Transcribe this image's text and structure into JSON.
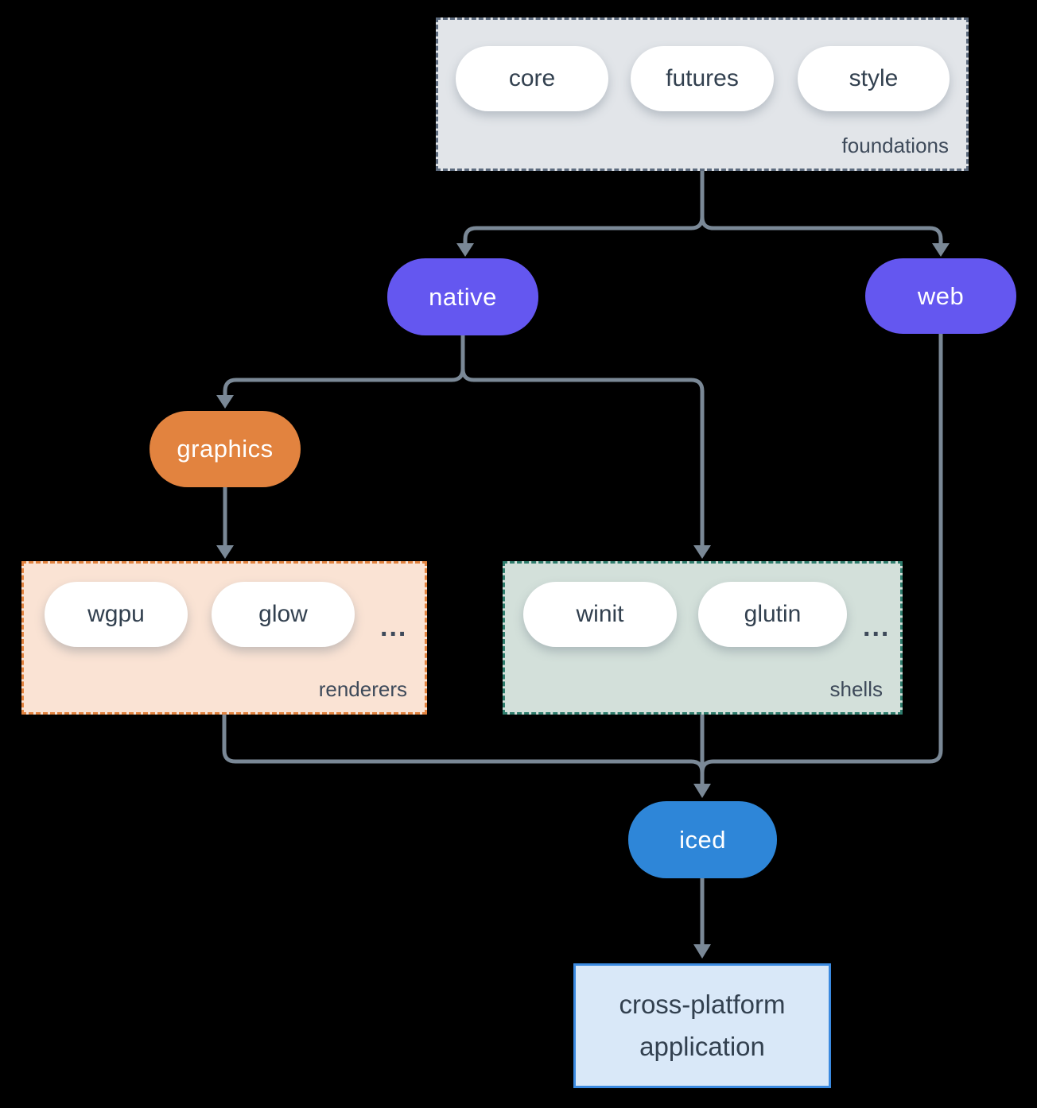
{
  "colors": {
    "background": "#000000",
    "connector": "#7a8896",
    "foundations_fill": "#e2e5e9",
    "foundations_border": "#5d6b7e",
    "pill_text": "#32404f",
    "purple": "#6457f0",
    "orange": "#e2833f",
    "renderers_fill": "#fae3d4",
    "renderers_border": "#e2833f",
    "shells_fill": "#d3e0da",
    "shells_border": "#2f7d6d",
    "iced_blue": "#2e86d8",
    "app_fill": "#d9e8f8",
    "app_border": "#3b8ae0",
    "group_label": "#3e4a5a",
    "node_text": "#ffffff"
  },
  "foundations": {
    "label": "foundations",
    "pills": [
      {
        "label": "core"
      },
      {
        "label": "futures"
      },
      {
        "label": "style"
      }
    ]
  },
  "nodes": {
    "native": "native",
    "web": "web",
    "graphics": "graphics",
    "iced": "iced"
  },
  "renderers": {
    "label": "renderers",
    "pills": [
      {
        "label": "wgpu"
      },
      {
        "label": "glow"
      }
    ],
    "ellipsis": "..."
  },
  "shells": {
    "label": "shells",
    "pills": [
      {
        "label": "winit"
      },
      {
        "label": "glutin"
      }
    ],
    "ellipsis": "..."
  },
  "app": {
    "label": "cross-platform application"
  }
}
